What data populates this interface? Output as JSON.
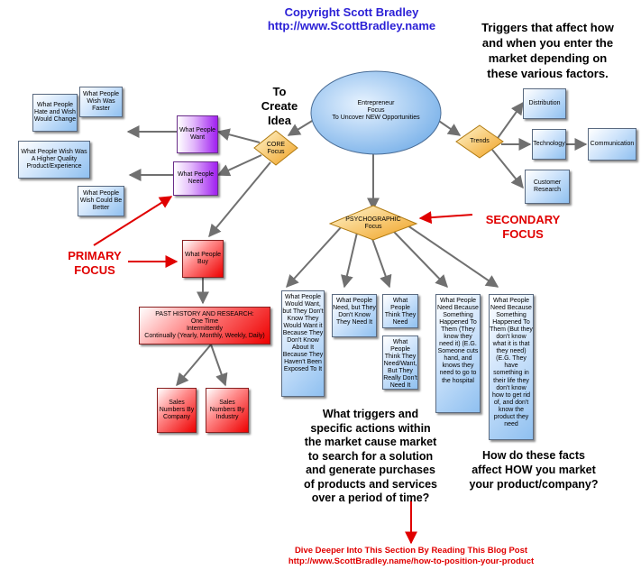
{
  "header": {
    "copyright": "Copyright Scott Bradley",
    "url": "http://www.ScottBradley.name"
  },
  "triggers_note": [
    "Triggers that affect how",
    "and when you enter the",
    "market depending on",
    "these various factors."
  ],
  "create_idea": [
    "To",
    "Create",
    "Idea"
  ],
  "entrepreneur": [
    "Entrepreneur",
    "Focus",
    "To Uncover NEW Opportunities"
  ],
  "core_focus": [
    "CORE",
    "Focus"
  ],
  "psychographic_focus": [
    "PSYCHOGRAPHIC",
    "Focus"
  ],
  "trends": "Trends",
  "what_people_want": "What People Want",
  "what_people_need": "What People Need",
  "what_people_buy": "What People Buy",
  "left_notes": {
    "hate": "What People Hate and Wish Would Change",
    "faster": "What People Wish Was Faster",
    "higher_quality": "What People Wish Was A Higher Quality Product/Experience",
    "better": "What People Wish Could Be Better"
  },
  "trend_items": {
    "distribution": "Distribution",
    "technology": "Technology",
    "communication": "Communication",
    "customer_research": "Customer Research"
  },
  "past_history": [
    "PAST HISTORY AND RESEARCH:",
    "One Time",
    "Intermittently",
    "Continually (Yearly, Monthly, Weekly, Daily)"
  ],
  "sales_company": "Sales Numbers By Company",
  "sales_industry": "Sales Numbers By Industry",
  "primary_focus": [
    "PRIMARY",
    "FOCUS"
  ],
  "secondary_focus": [
    "SECONDARY",
    "FOCUS"
  ],
  "psych_boxes": {
    "want_dont_know": "What People Would Want, but They Don't Know They Would Want it Because They Don't Know About It Because They Haven't Been Exposed To It",
    "need_dont_know": "What People Need, but They Don't Know They Need It",
    "think_need": "What People Think They Need",
    "think_need_want": "What People Think They Need/Want, But They Really Don't Need It",
    "need_happened_know": "What People Need Because Something Happened To Them (They know they need it) (E.G. Someone cuts hand, and knows they need to go to the hospital",
    "need_happened_dont_know": "What People Need Because Something Happened To Them (But they don't know what it is that they need) (E.G. They have something in their life they don't know how to get rid of, and don't know the product they need"
  },
  "question_triggers": [
    "What triggers and",
    "specific actions within",
    "the market cause market",
    "to search for a solution",
    "and generate purchases",
    "of products and services",
    "over a period of time?"
  ],
  "question_how": [
    "How do these facts",
    "affect HOW you market",
    "your product/company?"
  ],
  "footer": {
    "line1": "Dive Deeper Into This Section By Reading This Blog Post",
    "line2": "http://www.ScottBradley.name/how-to-position-your-product"
  },
  "colors": {
    "link_blue": "#2a1fd6",
    "focus_red": "#e00000",
    "arrow_gray": "#707070"
  }
}
